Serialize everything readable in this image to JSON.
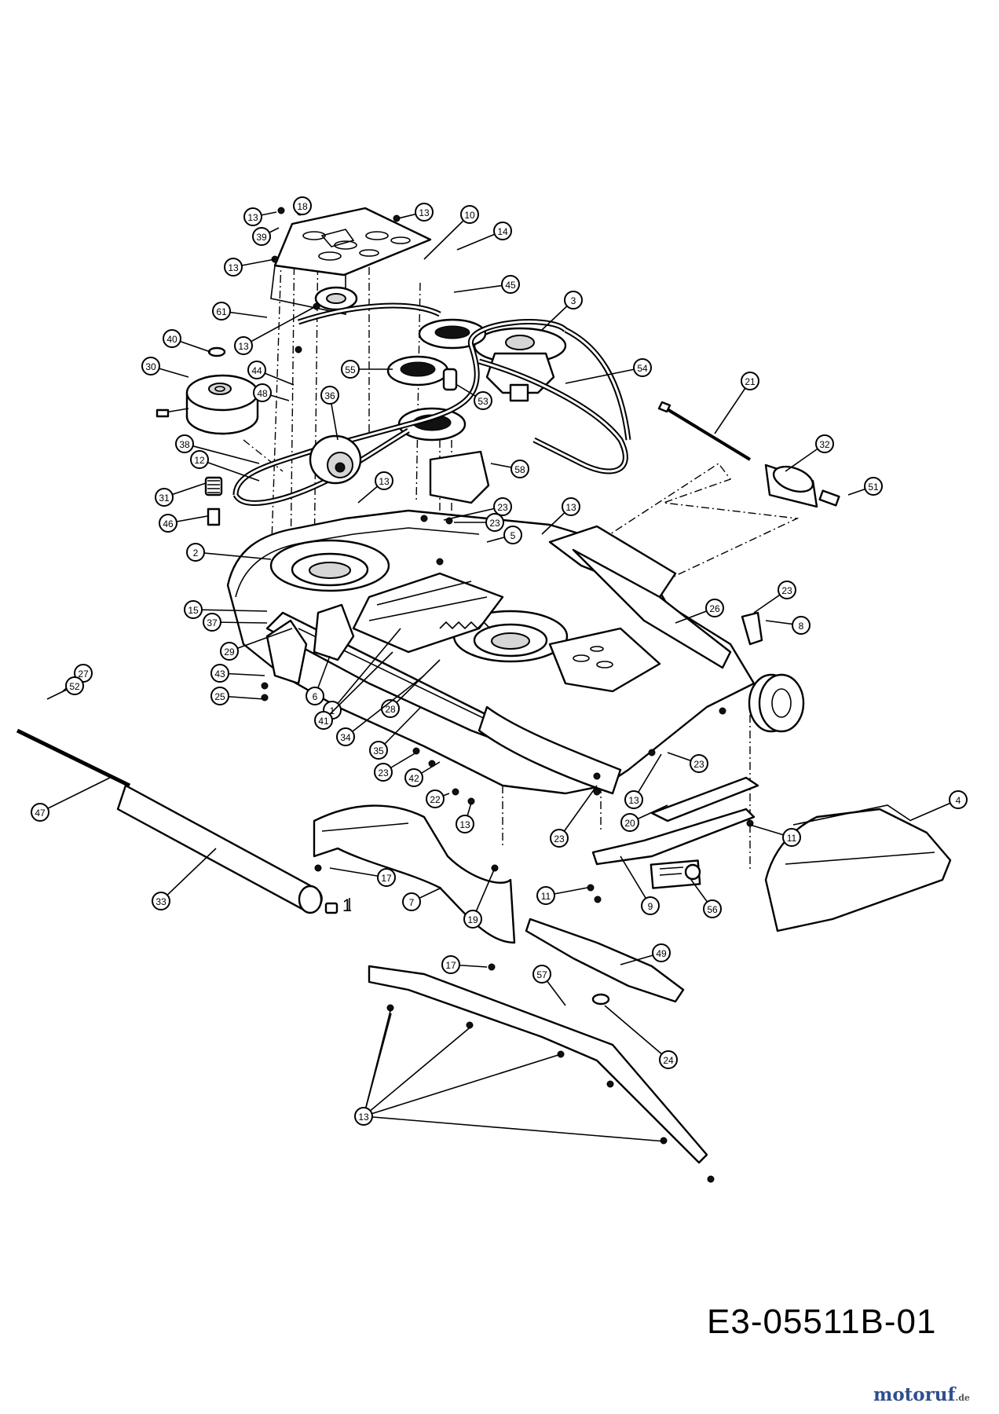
{
  "drawing": {
    "code": "E3-05511B-01",
    "watermark": "motoruf",
    "watermark_suffix": ".de"
  },
  "callouts": [
    {
      "label": "13"
    },
    {
      "label": "18"
    },
    {
      "label": "39"
    },
    {
      "label": "13"
    },
    {
      "label": "10"
    },
    {
      "label": "14"
    },
    {
      "label": "13"
    },
    {
      "label": "45"
    },
    {
      "label": "61"
    },
    {
      "label": "3"
    },
    {
      "label": "13"
    },
    {
      "label": "40"
    },
    {
      "label": "30"
    },
    {
      "label": "44"
    },
    {
      "label": "55"
    },
    {
      "label": "54"
    },
    {
      "label": "48"
    },
    {
      "label": "36"
    },
    {
      "label": "53"
    },
    {
      "label": "21"
    },
    {
      "label": "38"
    },
    {
      "label": "32"
    },
    {
      "label": "12"
    },
    {
      "label": "58"
    },
    {
      "label": "51"
    },
    {
      "label": "31"
    },
    {
      "label": "13"
    },
    {
      "label": "23"
    },
    {
      "label": "13"
    },
    {
      "label": "23"
    },
    {
      "label": "46"
    },
    {
      "label": "5"
    },
    {
      "label": "2"
    },
    {
      "label": "23"
    },
    {
      "label": "26"
    },
    {
      "label": "15"
    },
    {
      "label": "8"
    },
    {
      "label": "37"
    },
    {
      "label": "29"
    },
    {
      "label": "27"
    },
    {
      "label": "43"
    },
    {
      "label": "52"
    },
    {
      "label": "6"
    },
    {
      "label": "25"
    },
    {
      "label": "1"
    },
    {
      "label": "41"
    },
    {
      "label": "28"
    },
    {
      "label": "34"
    },
    {
      "label": "35"
    },
    {
      "label": "23"
    },
    {
      "label": "42"
    },
    {
      "label": "47"
    },
    {
      "label": "22"
    },
    {
      "label": "13"
    },
    {
      "label": "23"
    },
    {
      "label": "4"
    },
    {
      "label": "13"
    },
    {
      "label": "20"
    },
    {
      "label": "11"
    },
    {
      "label": "23"
    },
    {
      "label": "17"
    },
    {
      "label": "11"
    },
    {
      "label": "33"
    },
    {
      "label": "7"
    },
    {
      "label": "9"
    },
    {
      "label": "56"
    },
    {
      "label": "19"
    },
    {
      "label": "49"
    },
    {
      "label": "17"
    },
    {
      "label": "57"
    },
    {
      "label": "24"
    },
    {
      "label": "13"
    }
  ],
  "loose_mark": "1"
}
